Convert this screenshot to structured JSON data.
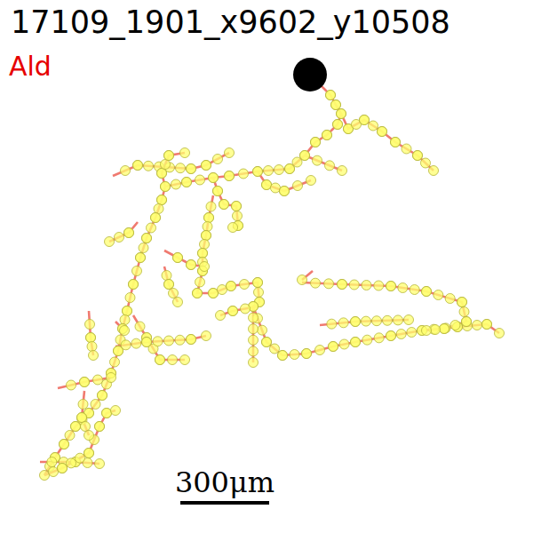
{
  "diagram": {
    "title": "17109_1901_x9602_y10508",
    "labels": [
      "Ald",
      "300μm"
    ]
  }
}
